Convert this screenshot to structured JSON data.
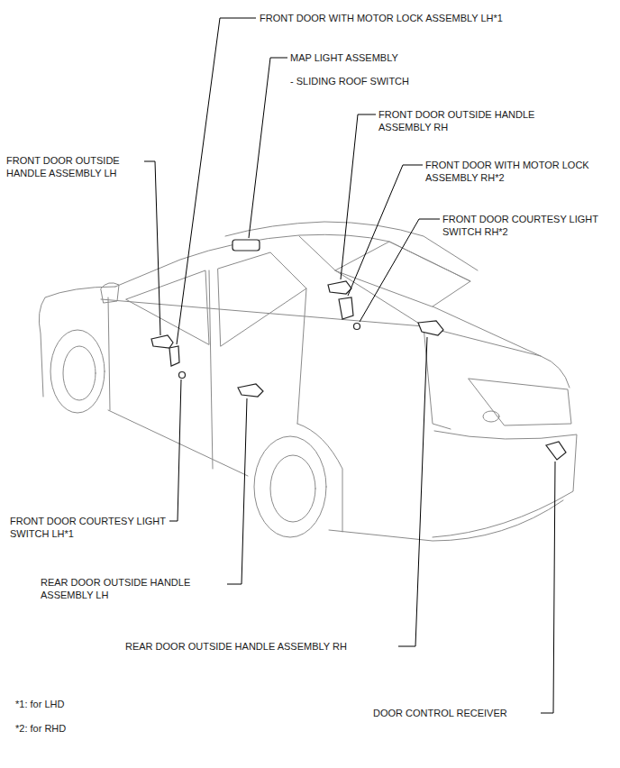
{
  "diagram": {
    "labels": [
      "FRONT DOOR WITH MOTOR LOCK ASSEMBLY LH*1",
      "MAP LIGHT ASSEMBLY",
      "- SLIDING ROOF SWITCH",
      "FRONT DOOR OUTSIDE HANDLE ASSEMBLY RH",
      "FRONT DOOR WITH MOTOR LOCK ASSEMBLY RH*2",
      "FRONT DOOR COURTESY LIGHT SWITCH RH*2",
      "FRONT DOOR OUTSIDE HANDLE ASSEMBLY LH",
      "FRONT DOOR COURTESY LIGHT SWITCH LH*1",
      "REAR DOOR OUTSIDE HANDLE ASSEMBLY LH",
      "REAR DOOR OUTSIDE HANDLE ASSEMBLY RH",
      "*1: for LHD",
      "*2: for RHD",
      "DOOR CONTROL RECEIVER"
    ]
  }
}
